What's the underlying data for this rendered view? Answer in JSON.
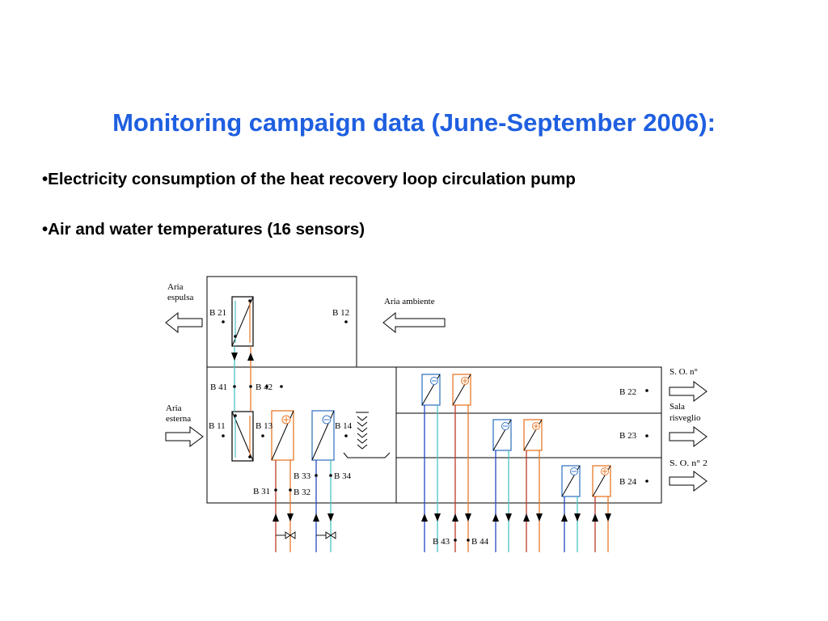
{
  "slide": {
    "title": "Monitoring campaign data (June-September 2006):",
    "bullets": [
      "•Electricity consumption of the heat recovery loop circulation pump",
      "•Air and water temperatures (16 sensors)"
    ]
  },
  "diagram": {
    "arrow_labels": {
      "aria_espulsa_1": "Aria",
      "aria_espulsa_2": "espulsa",
      "aria_ambiente": "Aria ambiente",
      "aria_esterna_1": "Aria",
      "aria_esterna_2": "esterna",
      "so_1": "S. O. n°",
      "sala_1": "Sala",
      "sala_2": "risveglio",
      "so_2": "S. O. n° 2"
    },
    "sensors": {
      "b21": "B 21",
      "b12": "B 12",
      "b41": "B 41",
      "b42": "B 42",
      "b11": "B 11",
      "b13": "B 13",
      "b14": "B 14",
      "b33": "B 33",
      "b34": "B 34",
      "b31": "B 31",
      "b32": "B 32",
      "b22": "B 22",
      "b23": "B 23",
      "b24": "B 24",
      "b43": "B 43",
      "b44": "B 44"
    },
    "colors": {
      "red": "#c0392b",
      "orange": "#e8782a",
      "blue": "#2748c7",
      "cyan": "#4bc2c2",
      "coil_blue": "#3b78c4",
      "coil_orange": "#e8782a",
      "line": "#000000"
    }
  }
}
